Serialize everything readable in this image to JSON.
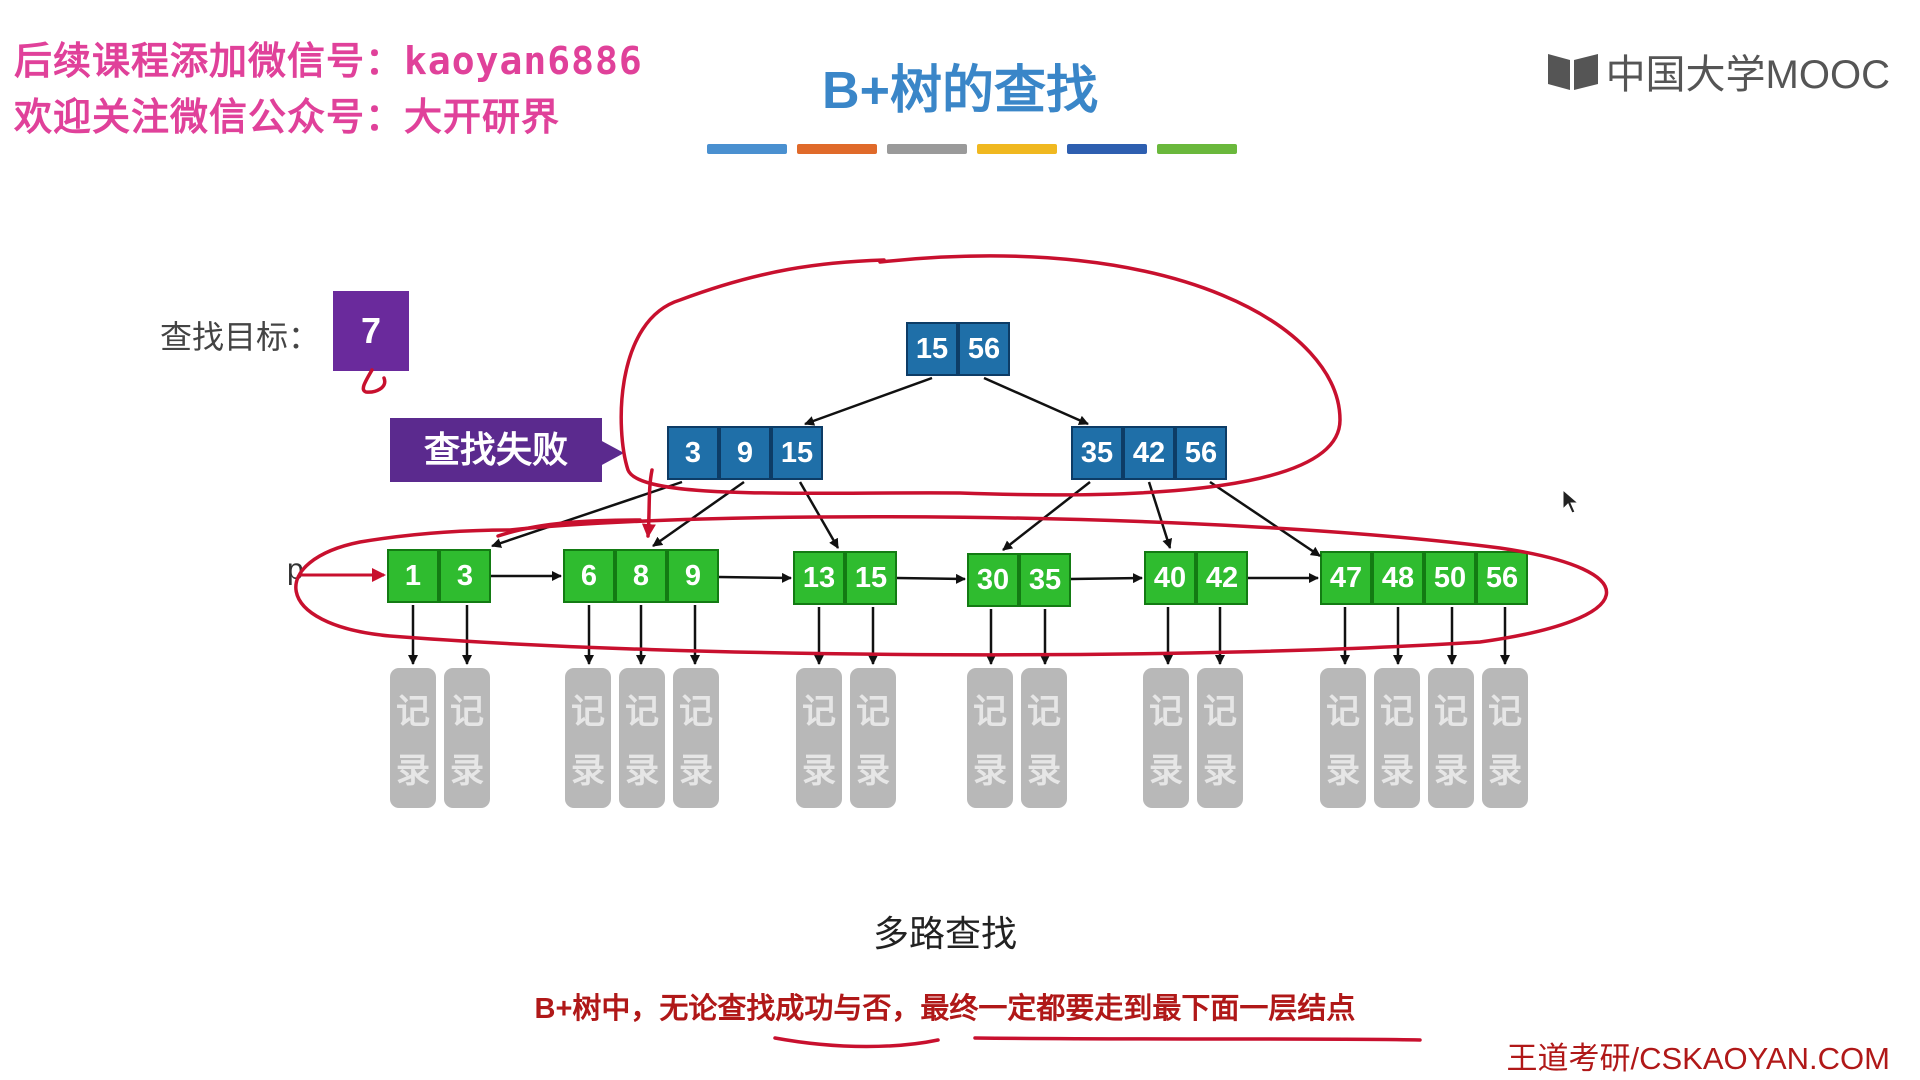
{
  "watermark": {
    "line1": "后续课程添加微信号：kaoyan6886",
    "line2": "欢迎关注微信公众号：大开研界"
  },
  "title": "B+树的查找",
  "logo_text": "中国大学MOOC",
  "colorbar": [
    "#4a90d0",
    "#e06a2a",
    "#9a9a9a",
    "#f0b820",
    "#2e5fb0",
    "#6ab83c"
  ],
  "search": {
    "label": "查找目标：",
    "target": "7",
    "fail_text": "查找失败"
  },
  "pointer_label": "p",
  "tree": {
    "root": [
      "15",
      "56"
    ],
    "level2": [
      [
        "3",
        "9",
        "15"
      ],
      [
        "35",
        "42",
        "56"
      ]
    ],
    "leaves": [
      [
        "1",
        "3"
      ],
      [
        "6",
        "8",
        "9"
      ],
      [
        "13",
        "15"
      ],
      [
        "30",
        "35"
      ],
      [
        "40",
        "42"
      ],
      [
        "47",
        "48",
        "50",
        "56"
      ]
    ]
  },
  "record_label": [
    "记",
    "录"
  ],
  "caption": "多路查找",
  "conclusion": "B+树中，无论查找成功与否，最终一定都要走到最下面一层结点",
  "credit": "王道考研/CSKAOYAN.COM",
  "colors": {
    "blue_node": "#1f6fa8",
    "green_node": "#2fbc2f",
    "annotation": "#c8102e",
    "target_box": "#6a2a9c"
  }
}
